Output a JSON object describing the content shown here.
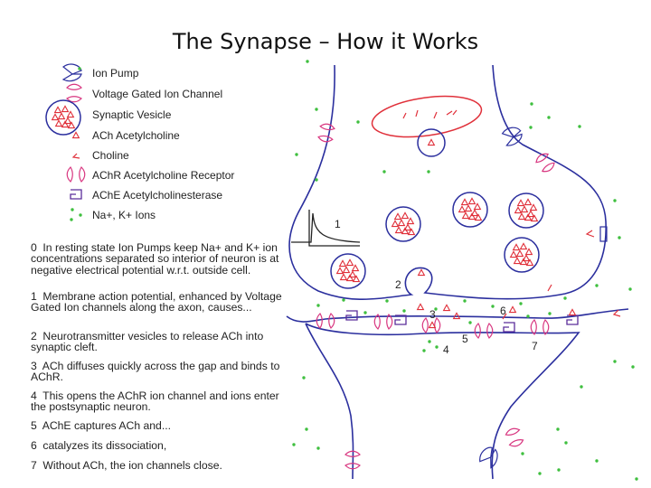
{
  "title": "The Synapse – How it Works",
  "legend": [
    {
      "icon": "ion-pump-icon",
      "label": "Ion Pump"
    },
    {
      "icon": "voltage-gated-channel-icon",
      "label": "Voltage Gated Ion Channel"
    },
    {
      "icon": "synaptic-vesicle-icon",
      "label": "Synaptic Vesicle"
    },
    {
      "icon": "ach-triangle-icon",
      "label": "ACh  Acetylcholine"
    },
    {
      "icon": "choline-icon",
      "label": "Choline"
    },
    {
      "icon": "achr-receptor-icon",
      "label": "AChR  Acetylcholine Receptor"
    },
    {
      "icon": "ache-enzyme-icon",
      "label": "AChE  Acetylcholinesterase"
    },
    {
      "icon": "ions-dots-icon",
      "label": "Na+, K+  Ions"
    }
  ],
  "steps": [
    {
      "num": "0",
      "text": "In resting state Ion Pumps keep Na+ and K+ ion concentrations separated so interior of neuron is at negative electrical potential w.r.t. outside cell."
    },
    {
      "num": "1",
      "text": "Membrane action potential, enhanced by Voltage Gated Ion channels along the axon, causes..."
    },
    {
      "num": "2",
      "text": "Neurotransmitter vesicles to release ACh into synaptic cleft."
    },
    {
      "num": "3",
      "text": "ACh diffuses quickly across the gap and binds to AChR."
    },
    {
      "num": "4",
      "text": "This opens the AChR ion channel and ions enter the postsynaptic neuron."
    },
    {
      "num": "5",
      "text": "AChE captures ACh and..."
    },
    {
      "num": "6",
      "text": "catalyzes its dissociation,"
    },
    {
      "num": "7",
      "text": "Without ACh, the ion channels close."
    }
  ],
  "diagram_labels": {
    "n1": "1",
    "n2": "2",
    "n3": "3",
    "n4": "4",
    "n5": "5",
    "n6": "6",
    "n7": "7"
  },
  "colors": {
    "membrane": "#2b2f9e",
    "ach": "#e0303a",
    "channel": "#d8357f",
    "ion": "#3fbf3f",
    "ache": "#5a2d9a",
    "text": "#222222"
  }
}
